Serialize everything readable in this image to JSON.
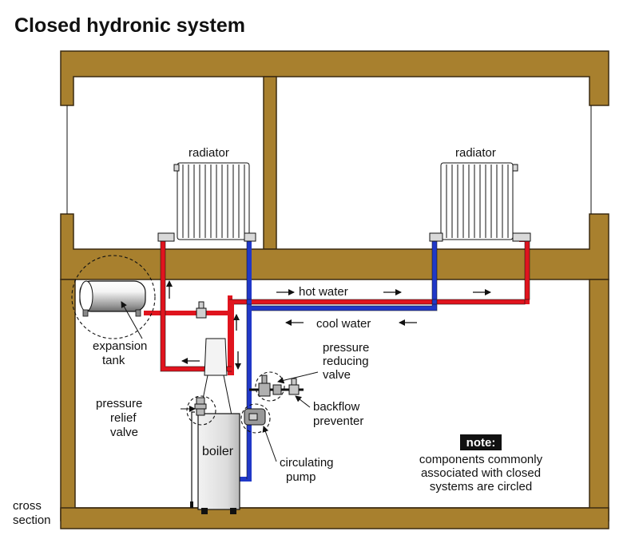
{
  "title": "Closed hydronic system",
  "labels": {
    "radiator_left": "radiator",
    "radiator_right": "radiator",
    "hot_water": "hot water",
    "cool_water": "cool water",
    "expansion_tank_1": "expansion",
    "expansion_tank_2": "tank",
    "pressure_reducing_1": "pressure",
    "pressure_reducing_2": "reducing",
    "pressure_reducing_3": "valve",
    "pressure_relief_1": "pressure",
    "pressure_relief_2": "relief",
    "pressure_relief_3": "valve",
    "backflow_1": "backflow",
    "backflow_2": "preventer",
    "circulating_1": "circulating",
    "circulating_2": "pump",
    "boiler": "boiler",
    "cross_section_1": "cross",
    "cross_section_2": "section"
  },
  "note": {
    "badge": "note:",
    "line1": "components commonly",
    "line2": "associated with closed",
    "line3": "systems are circled"
  },
  "colors": {
    "wall": "#a8802e",
    "wall_edge": "#3a2a10",
    "hot_pipe": "#e0141e",
    "cool_pipe": "#2038c8",
    "boiler": "#e2e2e2",
    "outline": "#111111"
  }
}
